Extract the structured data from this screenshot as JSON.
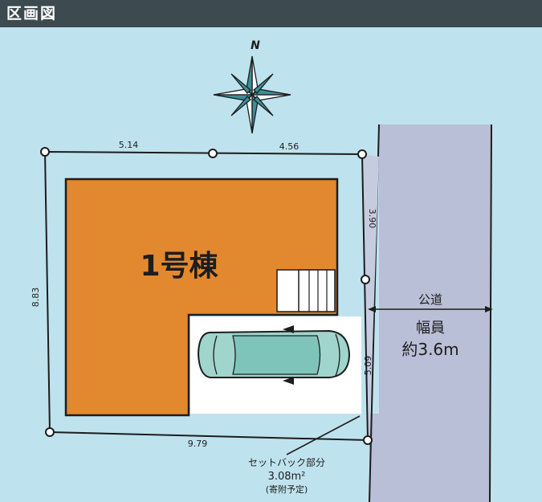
{
  "header": {
    "title": "区画図"
  },
  "compass": {
    "label": "N"
  },
  "building": {
    "label": "1号棟"
  },
  "dimensions": {
    "top_left": "5.14",
    "top_right": "4.56",
    "right_upper": "3.90",
    "right_lower": "5.09",
    "left": "8.83",
    "bottom": "9.79"
  },
  "road": {
    "name": "公道",
    "width_label": "幅員",
    "width_value": "約3.6m"
  },
  "setback": {
    "label": "セットバック部分",
    "area": "3.08m²",
    "note": "(寄附予定)"
  },
  "colors": {
    "background": "#bfe3ee",
    "header": "#3d4a4f",
    "building": "#e2882f",
    "road": "#b8bfd6",
    "line": "#1d1d1d",
    "car": "#9fd5cc"
  }
}
